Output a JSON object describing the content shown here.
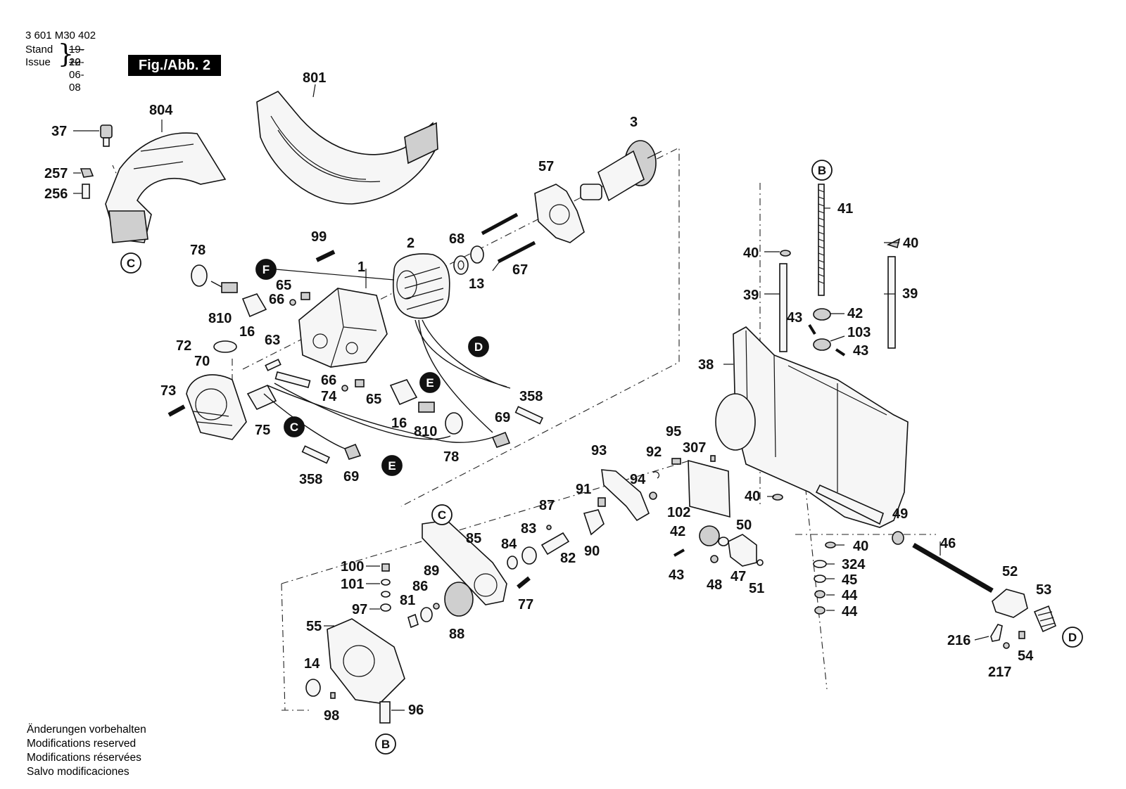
{
  "header": {
    "doc_number": "3 601 M30 402",
    "stand_label": "Stand",
    "stand_value": "19-10",
    "issue_label": "Issue",
    "issue_value": "22-06-08",
    "figure_tag": "Fig./Abb. 2"
  },
  "footer": [
    "Änderungen vorbehalten",
    "Modifications reserved",
    "Modifications réservées",
    "Salvo modificaciones"
  ],
  "part_labels": [
    "801",
    "804",
    "37",
    "257",
    "256",
    "3",
    "57",
    "99",
    "68",
    "2",
    "1",
    "78",
    "13",
    "67",
    "65",
    "66",
    "810",
    "16",
    "72",
    "63",
    "70",
    "73",
    "66",
    "74",
    "65",
    "16",
    "810",
    "75",
    "358",
    "69",
    "358",
    "69",
    "78",
    "41",
    "40",
    "40",
    "39",
    "39",
    "43",
    "42",
    "103",
    "43",
    "38",
    "95",
    "93",
    "92",
    "307",
    "94",
    "91",
    "102",
    "87",
    "83",
    "84",
    "85",
    "82",
    "90",
    "100",
    "101",
    "89",
    "97",
    "86",
    "81",
    "88",
    "77",
    "55",
    "14",
    "98",
    "96",
    "42",
    "50",
    "43",
    "48",
    "47",
    "51",
    "40",
    "40",
    "49",
    "46",
    "324",
    "45",
    "44",
    "44",
    "52",
    "53",
    "216",
    "54",
    "217"
  ],
  "callouts": {
    "B_top": "B",
    "B_bottom": "B",
    "C_left": "C",
    "C_mid": "C",
    "C_gear": "C",
    "D_wire": "D",
    "D_right": "D",
    "E_upper": "E",
    "E_lower": "E",
    "F": "F"
  }
}
